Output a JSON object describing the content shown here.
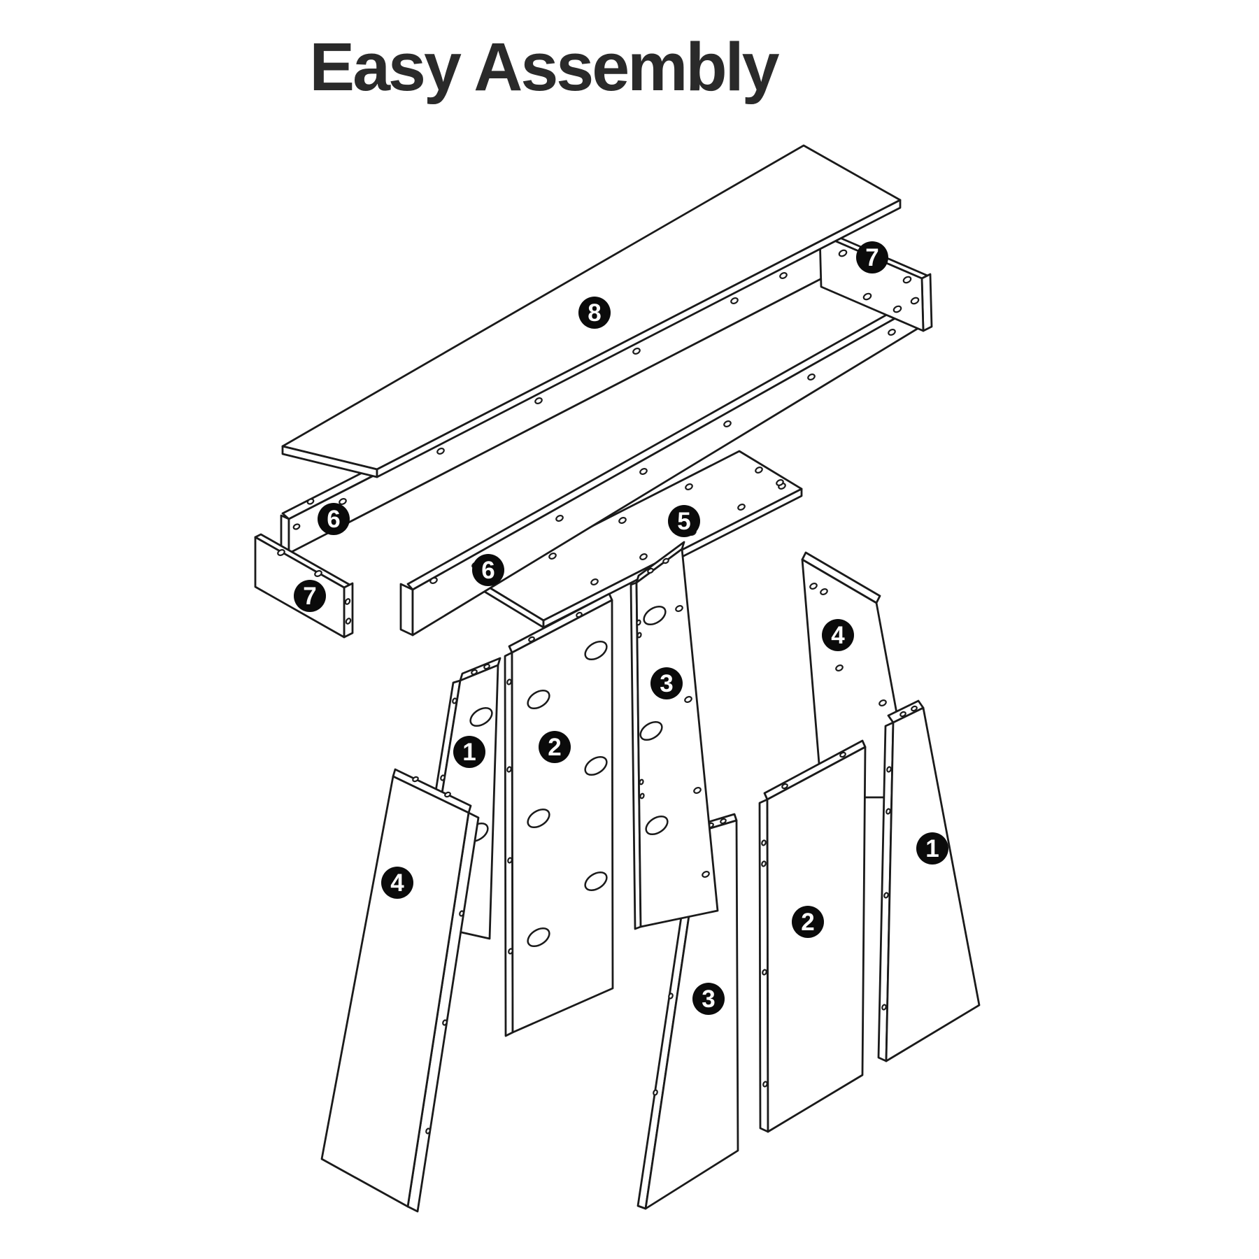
{
  "title": {
    "text": "Easy Assembly",
    "color": "#2a2a2a"
  },
  "diagram": {
    "type": "exploded-assembly-line-drawing",
    "line_color": "#1a1a1a",
    "fill_color": "#ffffff",
    "callout_circle_color": "#0b0b0b",
    "callout_number_color": "#ffffff",
    "parts_summary": [
      {
        "number": "1",
        "callout_count": 2
      },
      {
        "number": "2",
        "callout_count": 2
      },
      {
        "number": "3",
        "callout_count": 2
      },
      {
        "number": "4",
        "callout_count": 2
      },
      {
        "number": "5",
        "callout_count": 1
      },
      {
        "number": "6",
        "callout_count": 2
      },
      {
        "number": "7",
        "callout_count": 2
      },
      {
        "number": "8",
        "callout_count": 1
      }
    ],
    "callouts": [
      {
        "id": "top-panel",
        "number": "8"
      },
      {
        "id": "right-end-panel",
        "number": "7"
      },
      {
        "id": "back-rail",
        "number": "6"
      },
      {
        "id": "front-rail",
        "number": "6"
      },
      {
        "id": "left-end-panel",
        "number": "7"
      },
      {
        "id": "shelf",
        "number": "5"
      },
      {
        "id": "left-leg-1",
        "number": "1"
      },
      {
        "id": "left-leg-2",
        "number": "2"
      },
      {
        "id": "left-leg-3",
        "number": "3"
      },
      {
        "id": "left-leg-4",
        "number": "4"
      },
      {
        "id": "right-leg-4",
        "number": "4"
      },
      {
        "id": "right-leg-1",
        "number": "1"
      },
      {
        "id": "right-leg-2",
        "number": "2"
      },
      {
        "id": "right-leg-3",
        "number": "3"
      }
    ]
  }
}
